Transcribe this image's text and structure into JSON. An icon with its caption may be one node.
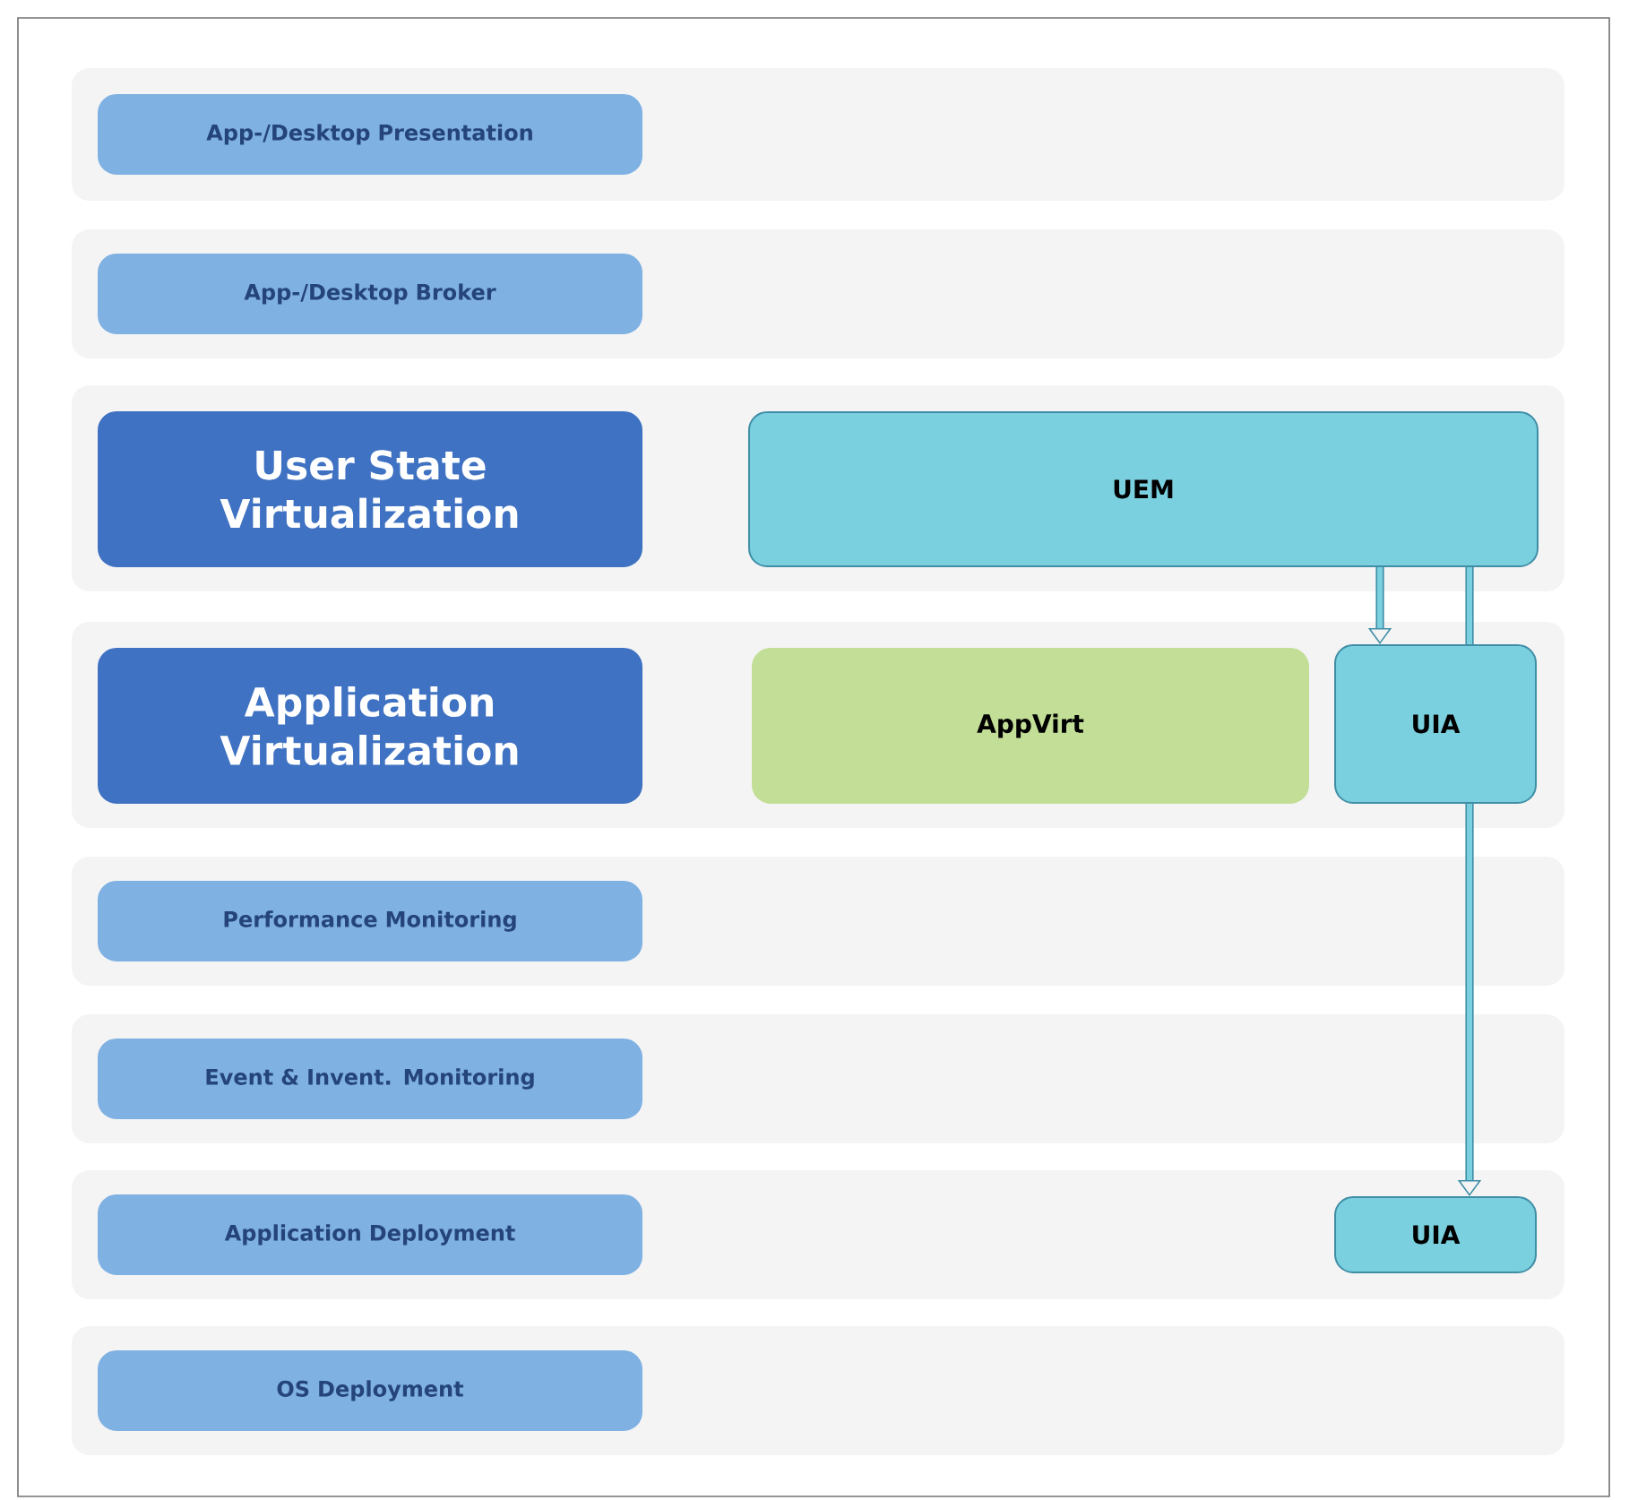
{
  "diagram": {
    "nodes": [
      {
        "text": [
          "App-/Desktop Presentation"
        ]
      },
      {
        "text": [
          "App-/Desktop Broker"
        ]
      },
      {
        "text": [
          "User State Virtualization"
        ]
      },
      {
        "text": [
          "UEM"
        ]
      },
      {
        "text": [
          "Application Virtualization"
        ]
      },
      {
        "text": [
          "AppVirt"
        ]
      },
      {
        "text": [
          "UIA"
        ]
      },
      {
        "text": [
          "Performance Monitoring"
        ]
      },
      {
        "text": [
          "Event & Invent. Monitoring"
        ]
      },
      {
        "text": [
          "Application Deployment"
        ]
      },
      {
        "text": [
          "UIA"
        ]
      },
      {
        "text": [
          "OS Deployment"
        ]
      }
    ],
    "edges": [
      {
        "from": 3,
        "to": 6,
        "arrow": "to"
      },
      {
        "from": 3,
        "to": 6,
        "arrow": "none"
      },
      {
        "from": 6,
        "to": 10,
        "arrow": "to"
      }
    ]
  }
}
